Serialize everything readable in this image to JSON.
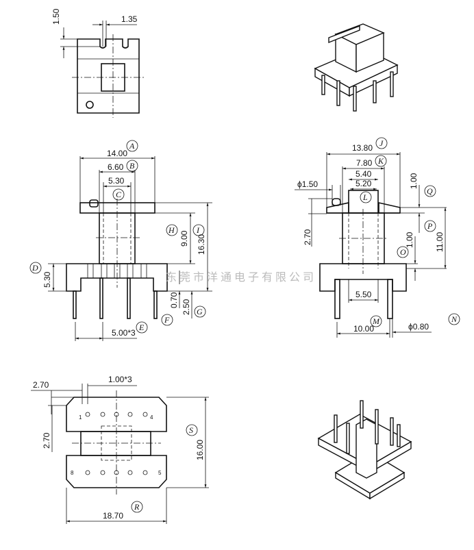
{
  "watermark": "东莞市洋通电子有限公司",
  "top_view": {
    "dim_slot_depth": "1.50",
    "dim_slot_width": "1.35"
  },
  "front_view": {
    "dim_a": "14.00",
    "label_a": "A",
    "dim_b": "6.60",
    "label_b": "B",
    "dim_c": "5.30",
    "label_c": "C",
    "dim_d": "5.30",
    "label_d": "D",
    "dim_e": "5.00*3",
    "label_e": "E",
    "dim_f": "0.70",
    "label_f": "F",
    "dim_g": "2.50",
    "label_g": "G",
    "dim_h": "9.00",
    "label_h": "H",
    "dim_i": "16.30",
    "label_i": "I"
  },
  "side_view": {
    "dim_j": "13.80",
    "label_j": "J",
    "dim_k": "7.80",
    "label_k": "K",
    "dim_540": "5.40",
    "dim_l": "5.20",
    "label_l": "L",
    "dim_hole": "ϕ1.50",
    "dim_270": "2.70",
    "dim_q": "1.00",
    "label_q": "Q",
    "dim_p": "11.00",
    "label_p": "P",
    "dim_o": "1.00",
    "label_o": "O",
    "dim_550": "5.50",
    "dim_m": "10.00",
    "label_m": "M",
    "dim_n": "ϕ0.80",
    "label_n": "N"
  },
  "bottom_view": {
    "dim_edge": "2.70",
    "dim_pitch": "1.00*3",
    "dim_side": "2.70",
    "dim_s": "16.00",
    "label_s": "S",
    "dim_r": "18.70",
    "label_r": "R",
    "pin_1": "1",
    "pin_4": "4",
    "pin_8": "8",
    "pin_5": "5"
  }
}
